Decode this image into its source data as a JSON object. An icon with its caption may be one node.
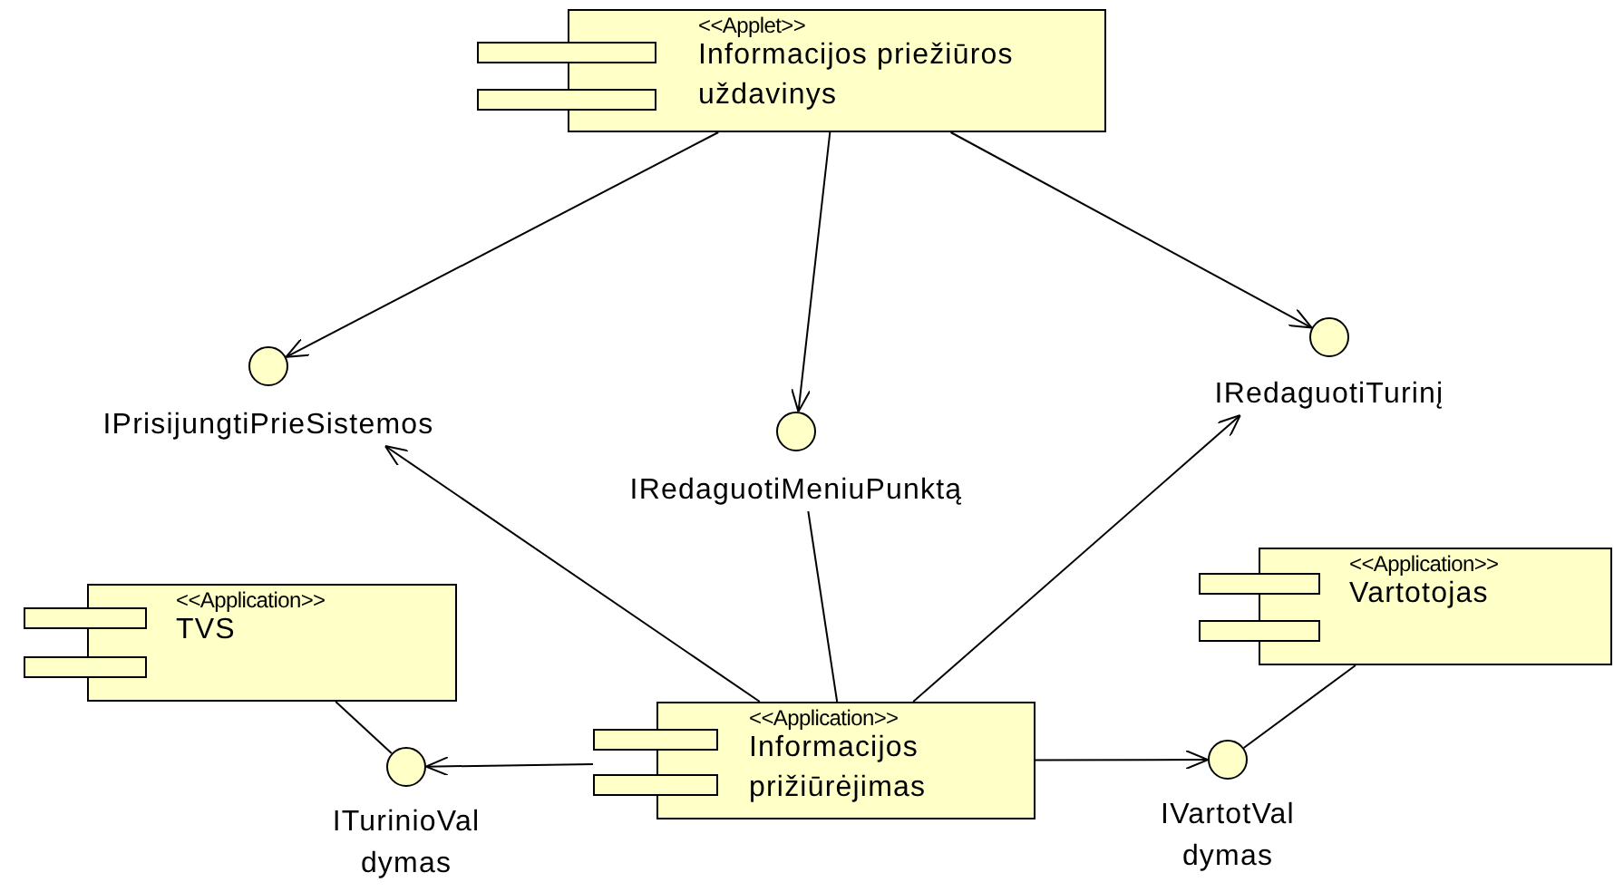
{
  "diagram": {
    "nodes": [
      {
        "text": [
          "<<Applet>>",
          "Informacijos priežiūros uždavinys"
        ]
      },
      {
        "text": [
          "IPrisijungtiPrieSistemos"
        ]
      },
      {
        "text": [
          "IRedaguotiMeniuPunktą"
        ]
      },
      {
        "text": [
          "IRedaguotiTurinį"
        ]
      },
      {
        "text": [
          "<<Application>>",
          "TVS"
        ]
      },
      {
        "text": [
          "<<Application>>",
          "Informacijos prižiūrėjimas"
        ]
      },
      {
        "text": [
          "<<Application>>",
          "Vartotojas"
        ]
      },
      {
        "text": [
          "ITurinioVal dymas"
        ]
      },
      {
        "text": [
          "IVartotVal dymas"
        ]
      }
    ],
    "edges": [
      {
        "from": 0,
        "to": 1,
        "arrow": "to"
      },
      {
        "from": 0,
        "to": 2,
        "arrow": "to"
      },
      {
        "from": 0,
        "to": 3,
        "arrow": "to"
      },
      {
        "from": 5,
        "to": 1,
        "arrow": "to"
      },
      {
        "from": 5,
        "to": 2,
        "arrow": "none"
      },
      {
        "from": 5,
        "to": 3,
        "arrow": "to"
      },
      {
        "from": 5,
        "to": 7,
        "arrow": "to"
      },
      {
        "from": 4,
        "to": 7,
        "arrow": "none"
      },
      {
        "from": 5,
        "to": 8,
        "arrow": "to"
      },
      {
        "from": 6,
        "to": 8,
        "arrow": "none"
      }
    ]
  }
}
